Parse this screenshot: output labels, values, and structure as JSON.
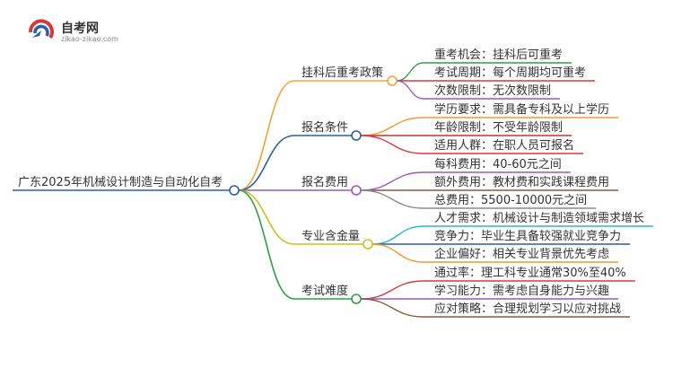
{
  "logo": {
    "brand": "自考网",
    "domain": "zikao-zikao.com"
  },
  "root": {
    "label": "广东2025年机械设计制造与自动化自考",
    "color": "#2b5ea7"
  },
  "branches": [
    {
      "label": "挂科后重考政策",
      "color": "#f2a33a",
      "leaves": [
        {
          "label": "重考机会：挂科后可重考",
          "color": "#2ea043"
        },
        {
          "label": "考试周期：每个周期均可重考",
          "color": "#d9383a"
        },
        {
          "label": "次数限制：无次数限制",
          "color": "#9b59b6"
        }
      ]
    },
    {
      "label": "报名条件",
      "color": "#2b5ea7",
      "leaves": [
        {
          "label": "学历要求：需具备专科及以上学历",
          "color": "#f29a2e"
        },
        {
          "label": "年龄限制：不受年龄限制",
          "color": "#c0392b"
        },
        {
          "label": "适用人群：在职人员可报名",
          "color": "#d9383a"
        }
      ]
    },
    {
      "label": "报名费用",
      "color": "#9b59b6",
      "leaves": [
        {
          "label": "每科费用：40-60元之间",
          "color": "#9b59b6"
        },
        {
          "label": "额外费用：教材费和实践课程费用",
          "color": "#8e5a3c"
        },
        {
          "label": "总费用：5500-10000元之间",
          "color": "#8a8a8a"
        }
      ]
    },
    {
      "label": "专业含金量",
      "color": "#c8c21f",
      "leaves": [
        {
          "label": "人才需求：机械设计与制造领域需求增长",
          "color": "#2bb7c9"
        },
        {
          "label": "竞争力：毕业生具备较强就业竞争力",
          "color": "#2b5ea7"
        },
        {
          "label": "企业偏好：相关专业背景优先考虑",
          "color": "#f29a2e"
        }
      ]
    },
    {
      "label": "考试难度",
      "color": "#2ea043",
      "leaves": [
        {
          "label": "通过率：理工科专业通常30%至40%",
          "color": "#d9383a"
        },
        {
          "label": "学习能力：需考虑自身能力与兴趣",
          "color": "#9b59b6"
        },
        {
          "label": "应对策略：合理规划学习以应对挑战",
          "color": "#8e5a3c"
        }
      ]
    }
  ]
}
